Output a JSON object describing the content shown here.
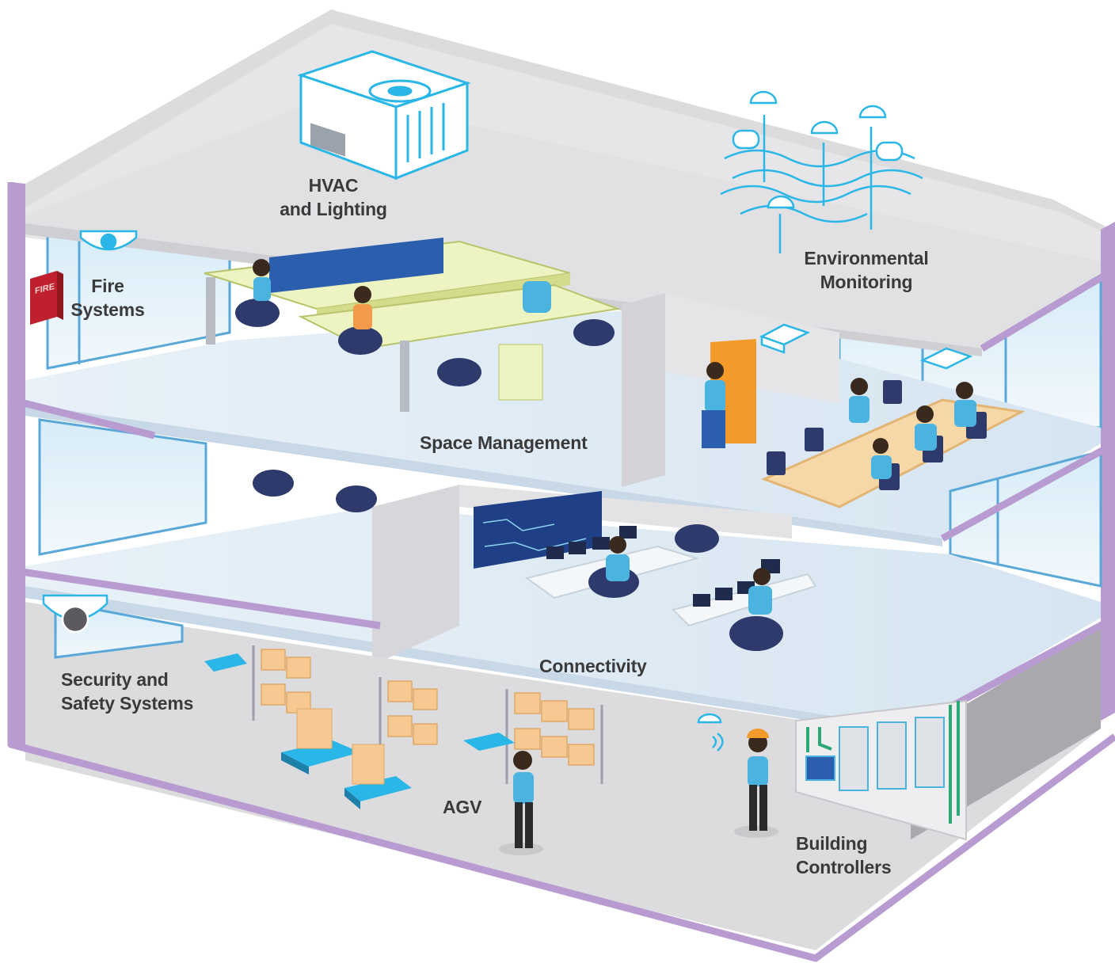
{
  "labels": {
    "hvac": {
      "line1": "HVAC",
      "line2": "and Lighting"
    },
    "environmental": {
      "line1": "Environmental",
      "line2": "Monitoring"
    },
    "fire": {
      "line1": "Fire",
      "line2": "Systems"
    },
    "space": {
      "line1": "Space Management"
    },
    "connectivity": {
      "line1": "Connectivity"
    },
    "security": {
      "line1": "Security and",
      "line2": "Safety Systems"
    },
    "agv": {
      "line1": "AGV"
    },
    "controllers": {
      "line1": "Building",
      "line2": "Controllers"
    }
  },
  "fire_alarm_text": "FIRE",
  "colors": {
    "frame": "#b89bd0",
    "wall": "#e3e3e5",
    "floor": "#dde9f3",
    "accent": "#2ab6e6",
    "shirt": "#4ab3e0",
    "chair": "#2e3a6b",
    "box": "#f6c892",
    "fire_red": "#c0202d",
    "orange_door": "#f39a2a",
    "green_cable": "#2aa876"
  }
}
